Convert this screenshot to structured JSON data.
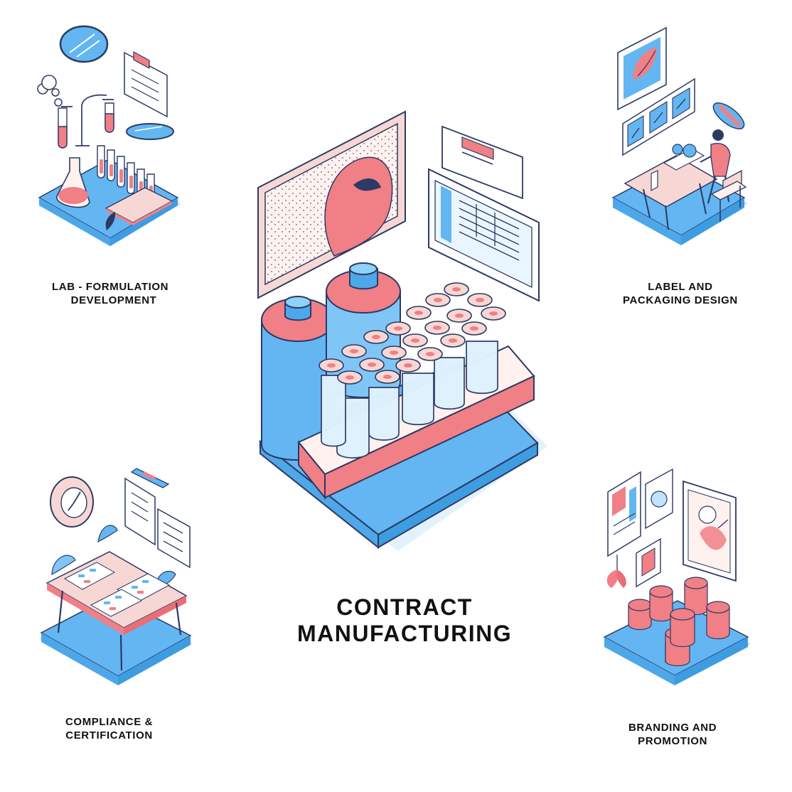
{
  "colors": {
    "blue": "#63b6f2",
    "blue_light": "#bfe3fb",
    "blue_pale": "#e7f5fe",
    "pink": "#f07f86",
    "pink_light": "#f7d7d4",
    "pink_pale": "#fff1ee",
    "ink": "#2c3a64",
    "green": "#5bb2dc",
    "text": "#111111"
  },
  "modules": {
    "lab": {
      "label_line1": "LAB - FORMULATION",
      "label_line2": "DEVELOPMENT",
      "icons": [
        "flask-icon",
        "test-tube-icon",
        "petri-dish-icon",
        "clipboard-icon"
      ]
    },
    "label_design": {
      "label_line1": "LABEL AND",
      "label_line2": "PACKAGING DESIGN",
      "icons": [
        "designer-icon",
        "picture-frame-icon",
        "desk-icon"
      ]
    },
    "compliance": {
      "label_line1": "COMPLIANCE &",
      "label_line2": "CERTIFICATION",
      "icons": [
        "clock-icon",
        "document-icon",
        "pen-icon",
        "table-icon"
      ]
    },
    "branding": {
      "label_line1": "BRANDING AND",
      "label_line2": "PROMOTION",
      "icons": [
        "poster-icon",
        "coin-stack-icon",
        "leaf-icon"
      ]
    }
  },
  "center": {
    "title_line1": "CONTRACT",
    "title_line2": "MANUFACTURING",
    "icons": [
      "display-icon",
      "bottle-icon",
      "tube-rack-icon",
      "document-icon"
    ]
  }
}
